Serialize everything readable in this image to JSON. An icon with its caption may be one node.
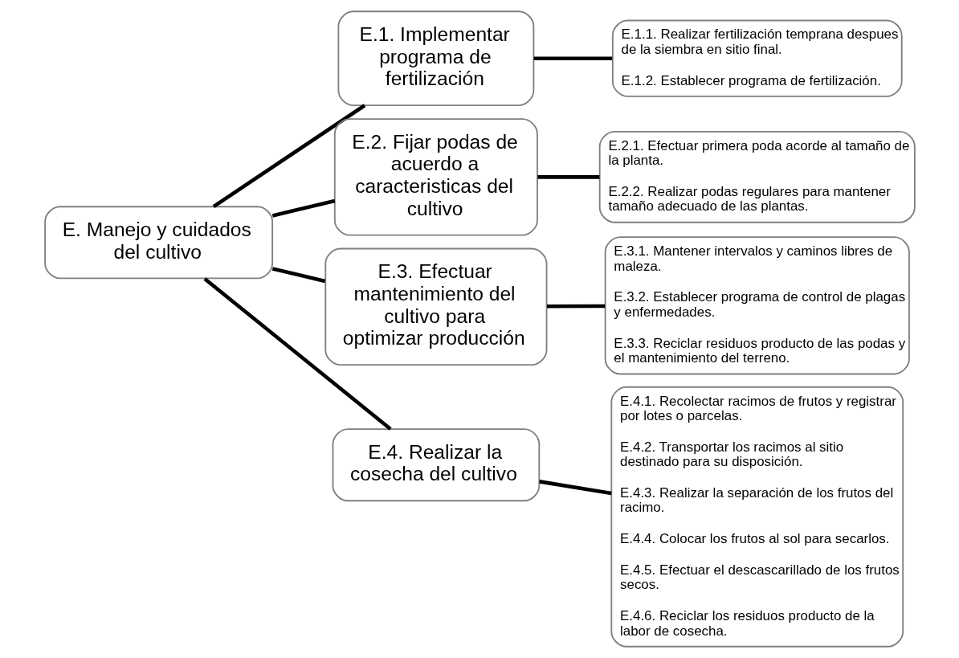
{
  "diagram": {
    "nodes": [
      {
        "text": [
          "E. Manejo y cuidados del cultivo"
        ]
      },
      {
        "text": [
          "E.1. Implementar programa de fertilización"
        ]
      },
      {
        "text": [
          "E.2. Fijar podas de acuerdo a caracteristicas del cultivo"
        ]
      },
      {
        "text": [
          "E.3. Efectuar mantenimiento del cultivo para optimizar producción"
        ]
      },
      {
        "text": [
          "E.4. Realizar la cosecha del cultivo"
        ]
      },
      {
        "text": [
          "E.1.1. Realizar fertilización temprana despues de la siembra en sitio final.",
          "E.1.2. Establecer programa de fertilización."
        ]
      },
      {
        "text": [
          "E.2.1. Efectuar primera poda acorde al tamaño de la planta.",
          "E.2.2. Realizar podas regulares para mantener tamaño adecuado de las plantas."
        ]
      },
      {
        "text": [
          "E.3.1. Mantener intervalos y caminos libres de maleza.",
          "E.3.2. Establecer programa de control de plagas y enfermedades.",
          "E.3.3. Reciclar residuos producto de las podas y el mantenimiento del terreno."
        ]
      },
      {
        "text": [
          "E.4.1. Recolectar racimos de frutos y registrar por lotes o parcelas.",
          "E.4.2. Transportar los racimos al sitio destinado para su disposición.",
          "E.4.3. Realizar la separación de los frutos del racimo.",
          "E.4.4. Colocar los frutos al sol para secarlos.",
          "E.4.5. Efectuar el descascarillado de los frutos secos.",
          "E.4.6. Reciclar los residuos producto de la labor de cosecha."
        ]
      }
    ],
    "edges": [
      {
        "from": 0,
        "to": 1,
        "arrow": "none"
      },
      {
        "from": 0,
        "to": 2,
        "arrow": "none"
      },
      {
        "from": 0,
        "to": 3,
        "arrow": "none"
      },
      {
        "from": 0,
        "to": 4,
        "arrow": "none"
      },
      {
        "from": 1,
        "to": 5,
        "arrow": "none"
      },
      {
        "from": 2,
        "to": 6,
        "arrow": "none"
      },
      {
        "from": 3,
        "to": 7,
        "arrow": "none"
      },
      {
        "from": 4,
        "to": 8,
        "arrow": "none"
      }
    ]
  }
}
